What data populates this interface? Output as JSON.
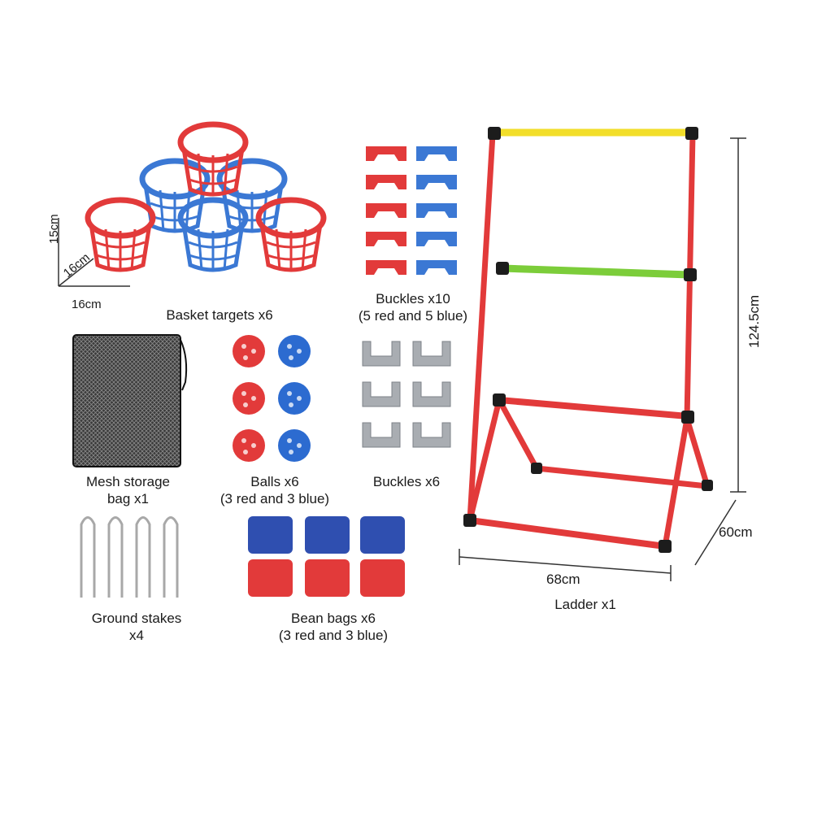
{
  "colors": {
    "red": "#e23a3a",
    "blue": "#3b78d4",
    "yellow": "#f2de2a",
    "green": "#7ccd3a",
    "gray": "#a9adb2",
    "black": "#1c1c1c"
  },
  "items": {
    "basket_targets": {
      "label": "Basket targets x6",
      "dims": {
        "height": "15cm",
        "depth": "16cm",
        "width": "16cm"
      }
    },
    "buckles_10": {
      "line1": "Buckles x10",
      "line2": "(5 red and 5 blue)"
    },
    "mesh_bag": {
      "line1": "Mesh storage",
      "line2": "bag x1"
    },
    "balls": {
      "line1": "Balls x6",
      "line2": "(3 red and 3 blue)"
    },
    "buckles_6": {
      "label": "Buckles x6"
    },
    "ground_stakes": {
      "line1": "Ground stakes",
      "line2": "x4"
    },
    "bean_bags": {
      "line1": "Bean bags x6",
      "line2": "(3 red and 3 blue)"
    },
    "ladder": {
      "label": "Ladder x1",
      "height": "124.5cm",
      "width": "68cm",
      "depth": "60cm"
    }
  }
}
